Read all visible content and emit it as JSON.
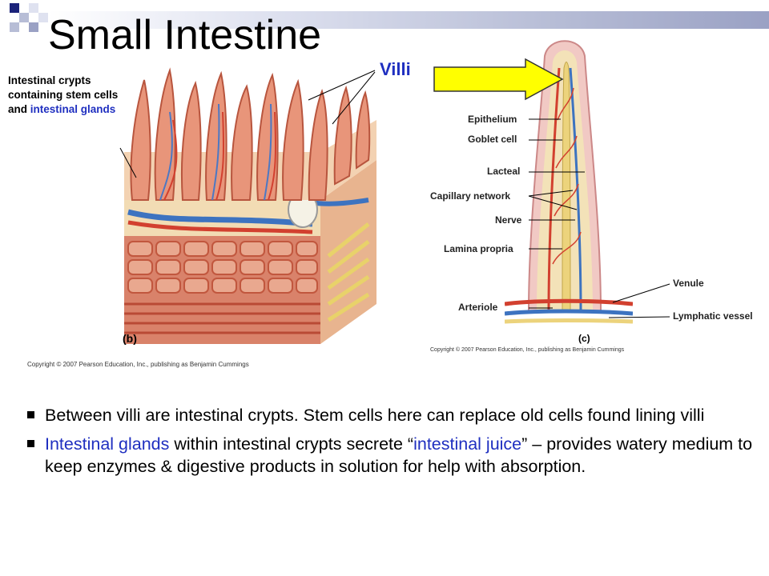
{
  "slide": {
    "title": "Small Intestine",
    "crypt_label_part1": "Intestinal crypts containing stem cells and",
    "crypt_label_part2": "intestinal glands",
    "villi_label": "Villi",
    "figure_b": {
      "letter": "(b)",
      "copyright": "Copyright © 2007 Pearson Education, Inc., publishing as Benjamin Cummings"
    },
    "figure_c": {
      "letter": "(c)",
      "copyright": "Copyright © 2007 Pearson Education, Inc., publishing as Benjamin Cummings",
      "labels": {
        "epithelium": "Epithelium",
        "goblet": "Goblet cell",
        "lacteal": "Lacteal",
        "capillary": "Capillary network",
        "nerve": "Nerve",
        "lamina": "Lamina propria",
        "arteriole": "Arteriole",
        "venule": "Venule",
        "lymphatic": "Lymphatic vessel"
      }
    },
    "bullets": {
      "b1": "Between villi are intestinal crypts. Stem cells here can replace old cells found lining villi",
      "b2_a": "Intestinal glands",
      "b2_b": " within intestinal crypts secrete “",
      "b2_c": "intestinal juice",
      "b2_d": "” – provides watery medium to keep enzymes & digestive products in solution for help with absorption."
    },
    "colors": {
      "accent_blue": "#1f2fc0",
      "arrow_yellow": "#ffff00"
    }
  }
}
